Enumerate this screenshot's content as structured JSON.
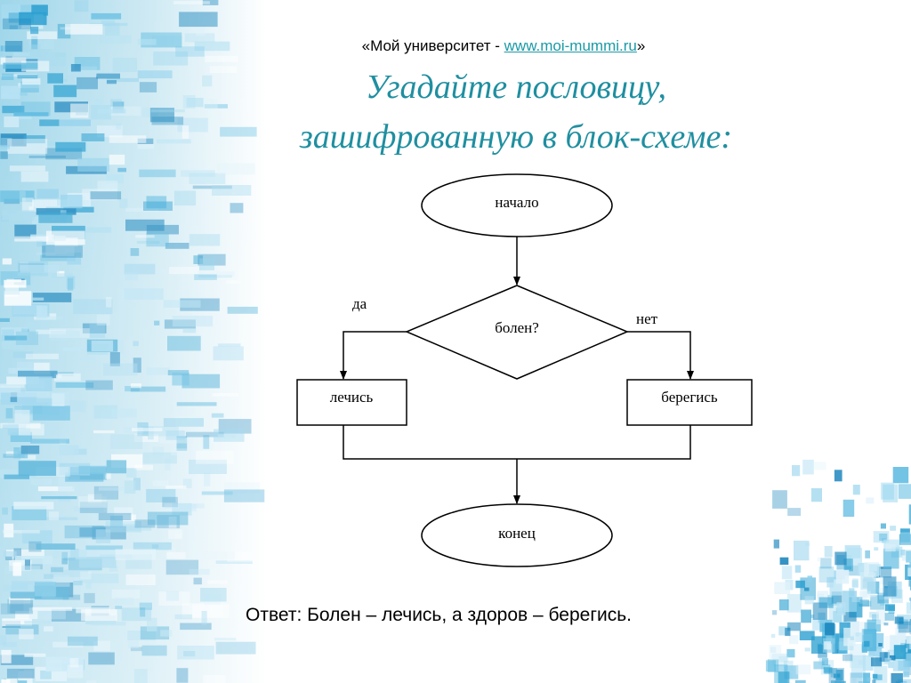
{
  "header": {
    "prefix": "«Мой университет - ",
    "link": "www.moi-mummi.ru",
    "suffix": "»",
    "link_color": "#1a9aa6"
  },
  "title": {
    "line1": "Угадайте пословицу,",
    "line2": "зашифрованную в блок-схеме:",
    "color": "#1f8fa0"
  },
  "flowchart": {
    "start": "начало",
    "decision": "болен?",
    "yes_label": "да",
    "no_label": "нет",
    "yes_action": "лечись",
    "no_action": "берегись",
    "end": "конец"
  },
  "answer": "Ответ:  Болен – лечись, а здоров – берегись."
}
